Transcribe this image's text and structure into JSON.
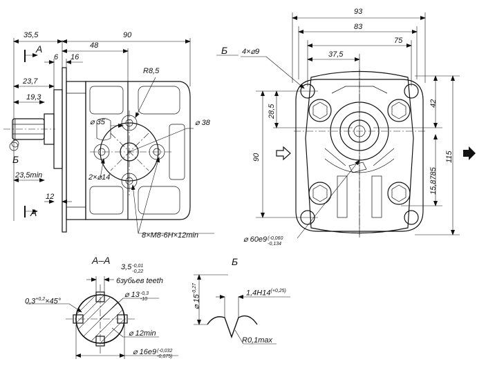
{
  "left_view": {
    "dims": [
      "35,5",
      "90",
      "48",
      "6",
      "16",
      "23,7",
      "19,3",
      "23,5min",
      "12",
      "R8,5",
      "⌀ 35",
      "⌀ 38",
      "2×⌀14",
      "8×M8-6H×12min"
    ],
    "section_marks": [
      "А",
      "А",
      "Б"
    ]
  },
  "right_view": {
    "dims": [
      "93",
      "83",
      "75",
      "37,5",
      "4×⌀9",
      "42",
      "28,5",
      "90",
      "115",
      "15,8785"
    ],
    "bore_label": "⌀ 60e9",
    "bore_tol_top": "(-0,060",
    "bore_tol_bottom": "-0,134",
    "section_marks": [
      "Б"
    ]
  },
  "section_aa": {
    "title": "А–А",
    "width_dim": "3,5",
    "width_tol_top": "-0,01",
    "width_tol_bottom": "-0,22",
    "teeth_label": "6зубьев teeth",
    "chamfer": "0,3",
    "chamfer_tol": "+0,2",
    "chamfer_angle": "×45°",
    "minor_dim": "⌀ 13",
    "minor_tol_top": "-0,3",
    "minor_tol_bottom": "-10",
    "min_dia": "⌀ 12min",
    "shaft_dia": "⌀ 16e9",
    "shaft_tol_top": "(-0,032",
    "shaft_tol_bottom": "-0,075)"
  },
  "detail_b": {
    "title": "Б",
    "height_dim": "⌀ 15",
    "height_tol": "-0,27",
    "groove_dim": "1,4H14",
    "groove_tol": "(+0,25)",
    "radius": "R0,1max"
  }
}
